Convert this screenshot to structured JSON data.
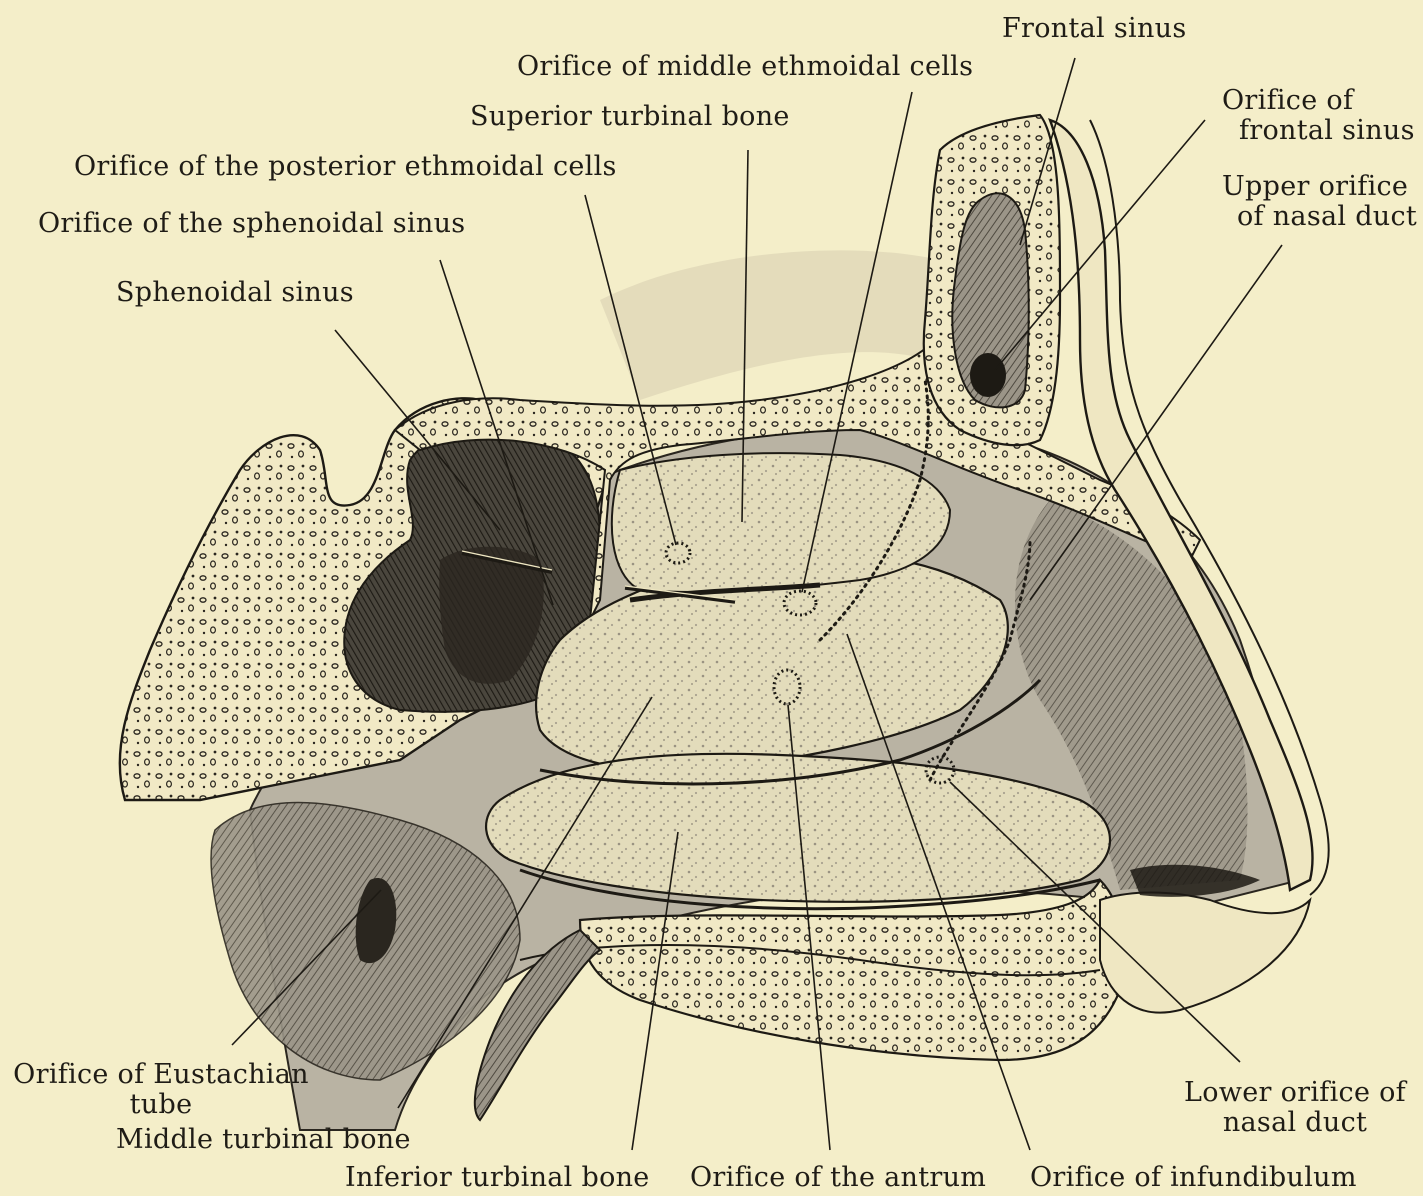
{
  "labels": {
    "frontal_sinus": "Frontal sinus",
    "orifice_middle_ethmoidal": "Orifice of middle ethmoidal cells",
    "orifice_frontal_sinus_1": "Orifice of",
    "orifice_frontal_sinus_2": "frontal sinus",
    "superior_turbinal": "Superior turbinal bone",
    "upper_orifice_nasal_duct_1": "Upper orifice",
    "upper_orifice_nasal_duct_2": "of nasal duct",
    "orifice_posterior_ethmoidal": "Orifice of the posterior ethmoidal cells",
    "orifice_sphenoidal_sinus": "Orifice of the sphenoidal sinus",
    "sphenoidal_sinus": "Sphenoidal sinus",
    "orifice_eustachian_1": "Orifice of Eustachian",
    "orifice_eustachian_2": "tube",
    "middle_turbinal": "Middle turbinal bone",
    "inferior_turbinal": "Inferior turbinal bone",
    "orifice_antrum": "Orifice of the antrum",
    "orifice_infundibulum": "Orifice of infundibulum",
    "lower_orifice_nasal_duct_1": "Lower orifice of",
    "lower_orifice_nasal_duct_2": "nasal duct"
  },
  "colors": {
    "paper": "#f4eec9",
    "ink": "#1f1c16",
    "bone": "#efe7c2",
    "shade": "#8d877a",
    "dark": "#3c3830"
  }
}
